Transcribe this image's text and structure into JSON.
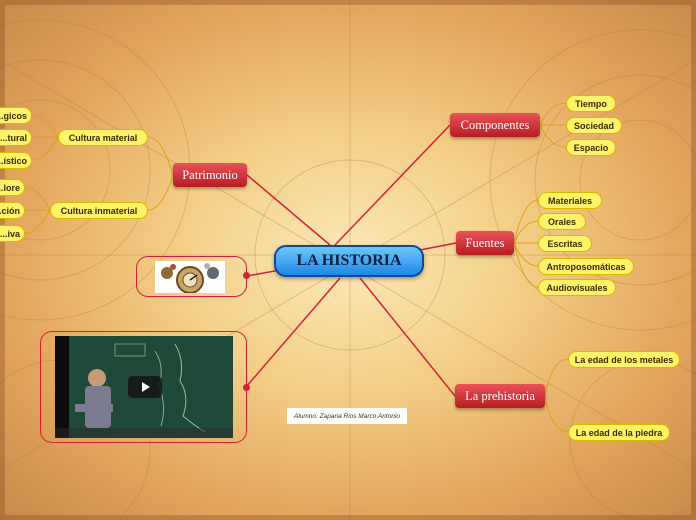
{
  "central": "LA HISTORIA",
  "branches": {
    "componentes": {
      "label": "Componentes",
      "items": [
        "Tiempo",
        "Sociedad",
        "Espacio"
      ]
    },
    "fuentes": {
      "label": "Fuentes",
      "items": [
        "Materiales",
        "Orales",
        "Escritas",
        "Antroposomáticas",
        "Audiovisuales"
      ]
    },
    "prehistoria": {
      "label": "La prehistoria",
      "items": [
        "La edad de los metales",
        "La edad de la piedra"
      ]
    },
    "patrimonio": {
      "label": "Patrimonio",
      "material": {
        "label": "Cultura material",
        "items": [
          "...gicos",
          "...tural",
          "...ístico"
        ]
      },
      "inmaterial": {
        "label": "Cultura inmaterial",
        "items": [
          "...lore",
          "...ción",
          "...iva"
        ]
      }
    }
  },
  "credit": "Alumno: Zapana Rios Marco Antonio",
  "video": {
    "icon": "play-icon"
  },
  "colors": {
    "main_node": "#c62828",
    "sub_node": "#fff36a",
    "central": "#1e88e5",
    "connector": "#d71f3a"
  }
}
